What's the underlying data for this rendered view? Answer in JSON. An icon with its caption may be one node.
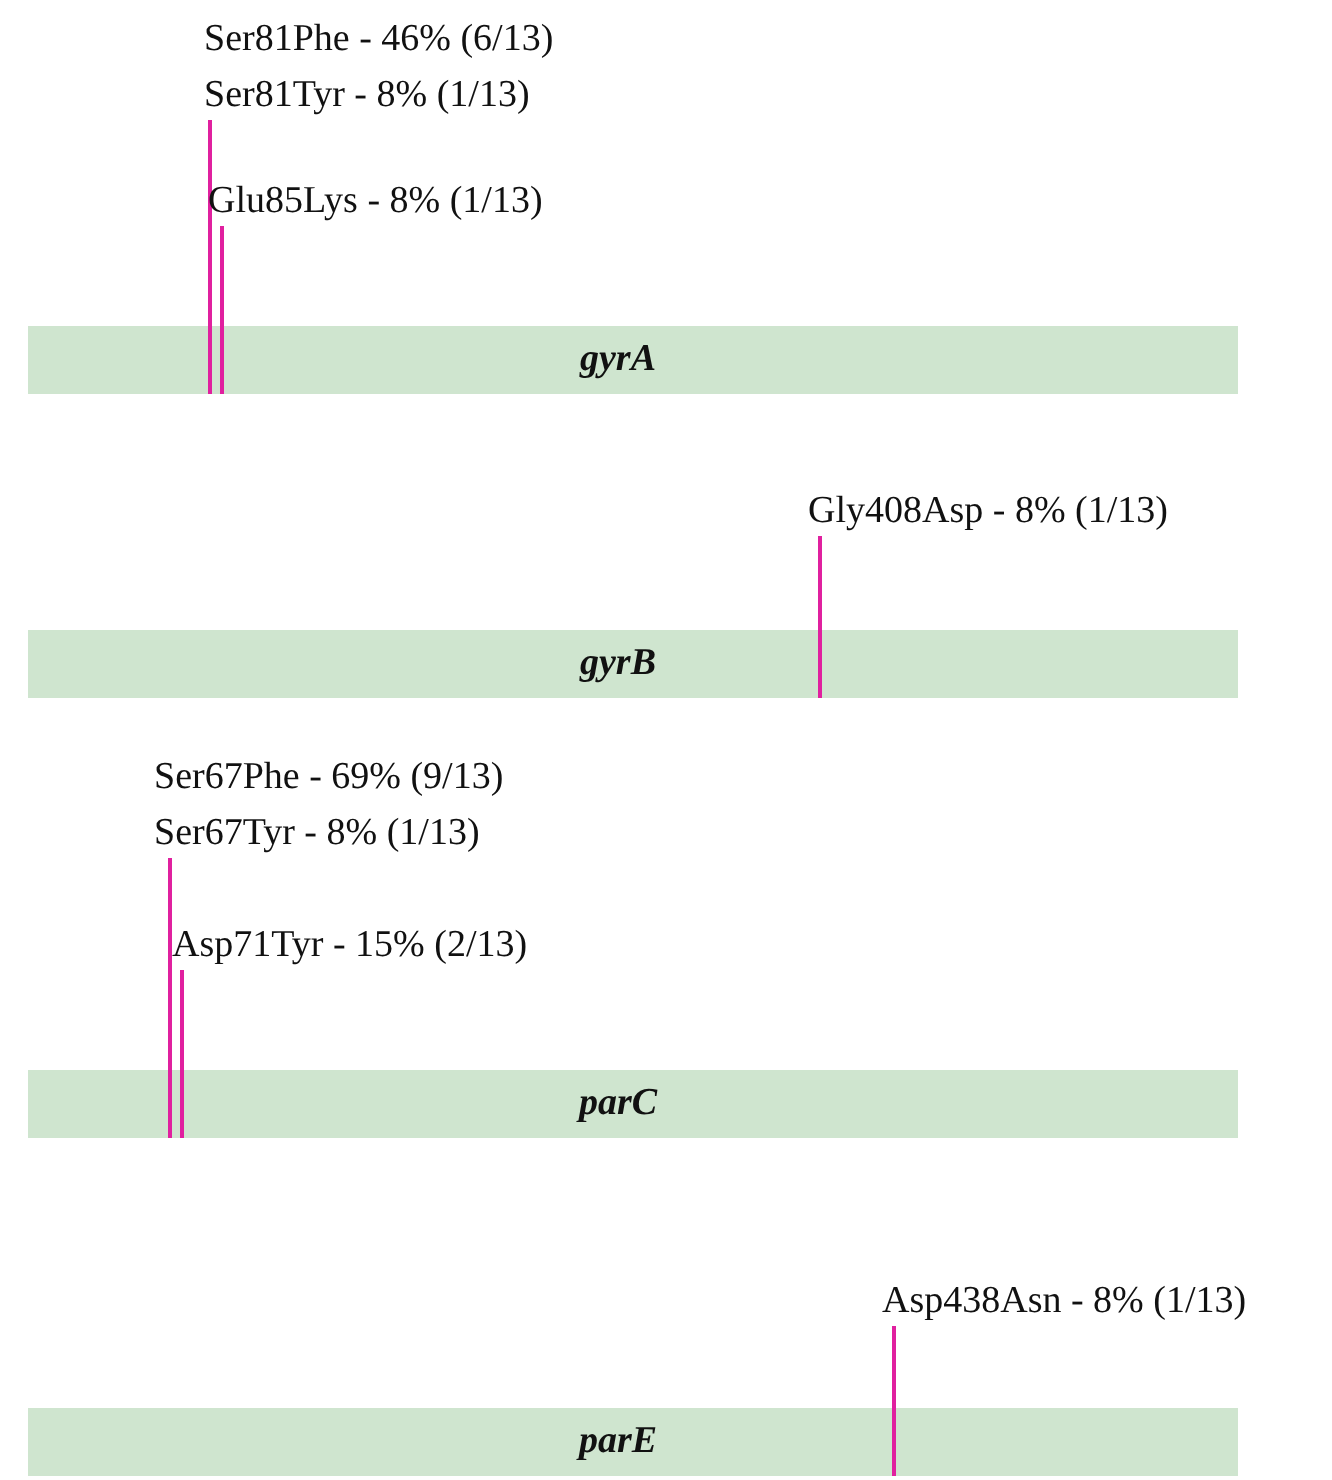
{
  "diagram": {
    "nodes": [
      {
        "text": [
          "Ser81Phe - 46% (6/13)",
          "Ser81Tyr - 8% (1/13)"
        ]
      },
      {
        "text": [
          "Glu85Lys - 8% (1/13)"
        ]
      },
      {
        "text": [
          "gyrA"
        ]
      },
      {
        "text": [
          "Gly408Asp - 8% (1/13)"
        ]
      },
      {
        "text": [
          "gyrB"
        ]
      },
      {
        "text": [
          "Ser67Phe - 69% (9/13)",
          "Ser67Tyr - 8% (1/13)"
        ]
      },
      {
        "text": [
          "Asp71Tyr - 15% (2/13)"
        ]
      },
      {
        "text": [
          "parC"
        ]
      },
      {
        "text": [
          "Asp438Asn - 8% (1/13)"
        ]
      },
      {
        "text": [
          "parE"
        ]
      }
    ],
    "edges": [
      {
        "from": 0,
        "to": 2,
        "arrow": "none"
      },
      {
        "from": 1,
        "to": 2,
        "arrow": "none"
      },
      {
        "from": 3,
        "to": 4,
        "arrow": "none"
      },
      {
        "from": 5,
        "to": 7,
        "arrow": "none"
      },
      {
        "from": 6,
        "to": 7,
        "arrow": "none"
      },
      {
        "from": 8,
        "to": 9,
        "arrow": "none"
      }
    ]
  }
}
